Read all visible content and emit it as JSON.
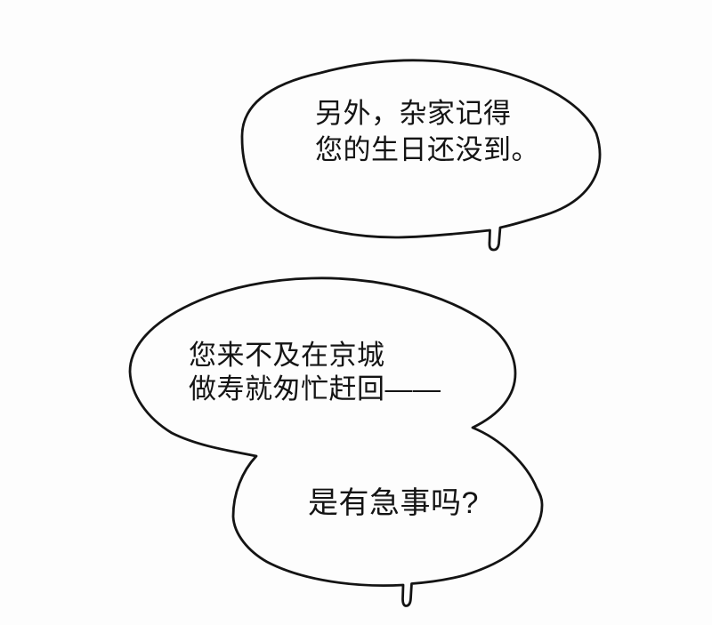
{
  "panel": {
    "background_color": "#fdfdfd",
    "line_color": "#141414",
    "text_color": "#141414"
  },
  "bubbles": [
    {
      "name": "bubble-top",
      "lines": [
        "另外，杂家记得",
        "您的生日还没到。"
      ]
    },
    {
      "name": "bubble-bottom-upper-lobe",
      "lines": [
        "您来不及在京城",
        "做寿就匆忙赶回——"
      ]
    },
    {
      "name": "bubble-bottom-lower-lobe",
      "lines": [
        "是有急事吗?"
      ]
    }
  ]
}
